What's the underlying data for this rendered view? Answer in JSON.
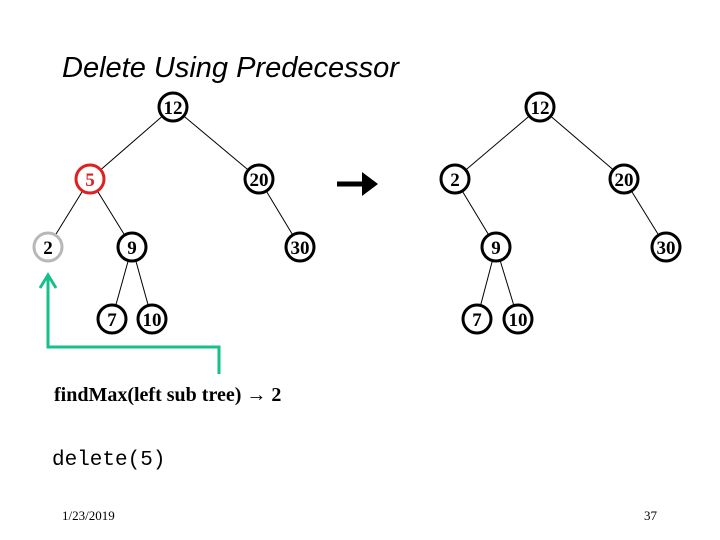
{
  "slide": {
    "title": "Delete Using Predecessor",
    "date": "1/23/2019",
    "page_number": "37"
  },
  "annotation": {
    "find_max_text": "findMax(left sub tree) → 2",
    "delete_call": "delete(5)"
  },
  "colors": {
    "highlight_node": "#e02020",
    "predecessor_node": "#b8b8b8",
    "pointer_arrow": "#16c08a",
    "normal": "#000000"
  },
  "trees": {
    "before": {
      "nodes": [
        {
          "id": "b12",
          "label": "12",
          "state": "normal"
        },
        {
          "id": "b5",
          "label": "5",
          "state": "highlight"
        },
        {
          "id": "b20",
          "label": "20",
          "state": "normal"
        },
        {
          "id": "b2",
          "label": "2",
          "state": "predecessor"
        },
        {
          "id": "b9",
          "label": "9",
          "state": "normal"
        },
        {
          "id": "b30",
          "label": "30",
          "state": "normal"
        },
        {
          "id": "b7",
          "label": "7",
          "state": "normal"
        },
        {
          "id": "b10",
          "label": "10",
          "state": "normal"
        }
      ],
      "edges": [
        [
          "b12",
          "b5"
        ],
        [
          "b12",
          "b20"
        ],
        [
          "b5",
          "b2"
        ],
        [
          "b5",
          "b9"
        ],
        [
          "b20",
          "b30"
        ],
        [
          "b9",
          "b7"
        ],
        [
          "b9",
          "b10"
        ]
      ]
    },
    "after": {
      "nodes": [
        {
          "id": "a12",
          "label": "12",
          "state": "normal"
        },
        {
          "id": "a2",
          "label": "2",
          "state": "normal"
        },
        {
          "id": "a20",
          "label": "20",
          "state": "normal"
        },
        {
          "id": "a9",
          "label": "9",
          "state": "normal"
        },
        {
          "id": "a30",
          "label": "30",
          "state": "normal"
        },
        {
          "id": "a7",
          "label": "7",
          "state": "normal"
        },
        {
          "id": "a10",
          "label": "10",
          "state": "normal"
        }
      ],
      "edges": [
        [
          "a12",
          "a2"
        ],
        [
          "a12",
          "a20"
        ],
        [
          "a2",
          "a9"
        ],
        [
          "a20",
          "a30"
        ],
        [
          "a9",
          "a7"
        ],
        [
          "a9",
          "a10"
        ]
      ]
    }
  }
}
